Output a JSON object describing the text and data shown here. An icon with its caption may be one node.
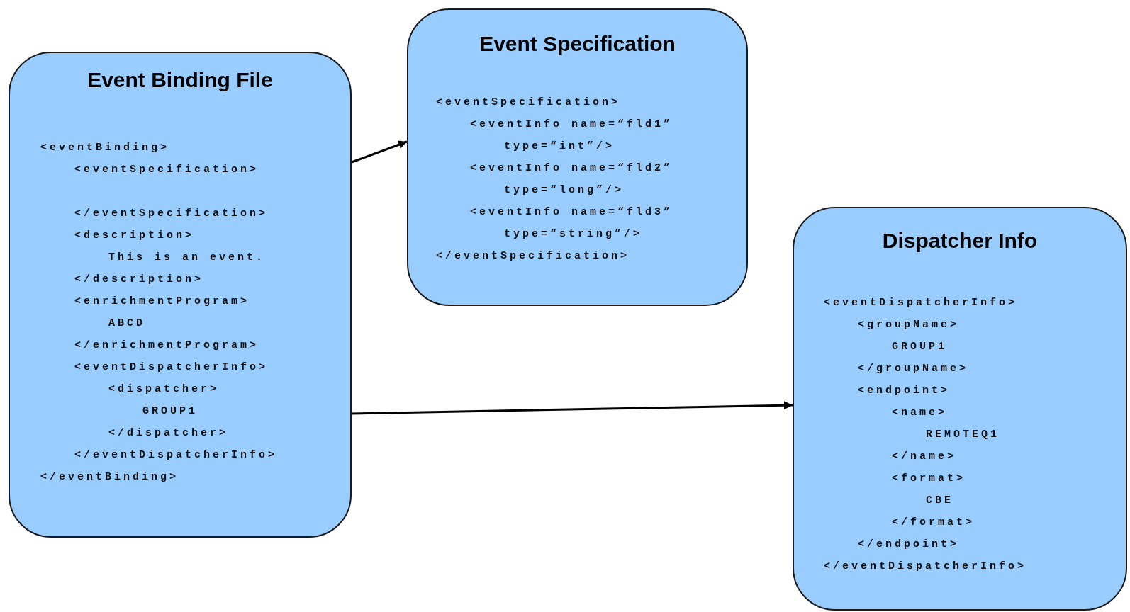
{
  "diagram": {
    "nodes": [
      {
        "text": [
          "Event Binding File",
          "<eventBinding>",
          "<eventSpecification>",
          "</eventSpecification>",
          "<description>",
          "This is an event.",
          "</description>",
          "<enrichmentProgram>",
          "ABCD",
          "</enrichmentProgram>",
          "<eventDispatcherInfo>",
          "<dispatcher>",
          "GROUP1",
          "</dispatcher>",
          "</eventDispatcherInfo>",
          "</eventBinding>"
        ]
      },
      {
        "text": [
          "Event Specification",
          "<eventSpecification>",
          "<eventInfo name=“fld1”",
          "type=“int”/>",
          "<eventInfo name=“fld2”",
          "type=“long”/>",
          "<eventInfo name=“fld3”",
          "type=“string”/>",
          "</eventSpecification>"
        ]
      },
      {
        "text": [
          "Dispatcher Info",
          "<eventDispatcherInfo>",
          "<groupName>",
          "GROUP1",
          "</groupName>",
          "<endpoint>",
          "<name>",
          "REMOTEQ1",
          "</name>",
          "<format>",
          "CBE",
          "</format>",
          "</endpoint>",
          "</eventDispatcherInfo>"
        ]
      }
    ],
    "edges": [
      {
        "from": 0,
        "to": 1,
        "arrow": "to"
      },
      {
        "from": 0,
        "to": 2,
        "arrow": "to"
      }
    ]
  }
}
